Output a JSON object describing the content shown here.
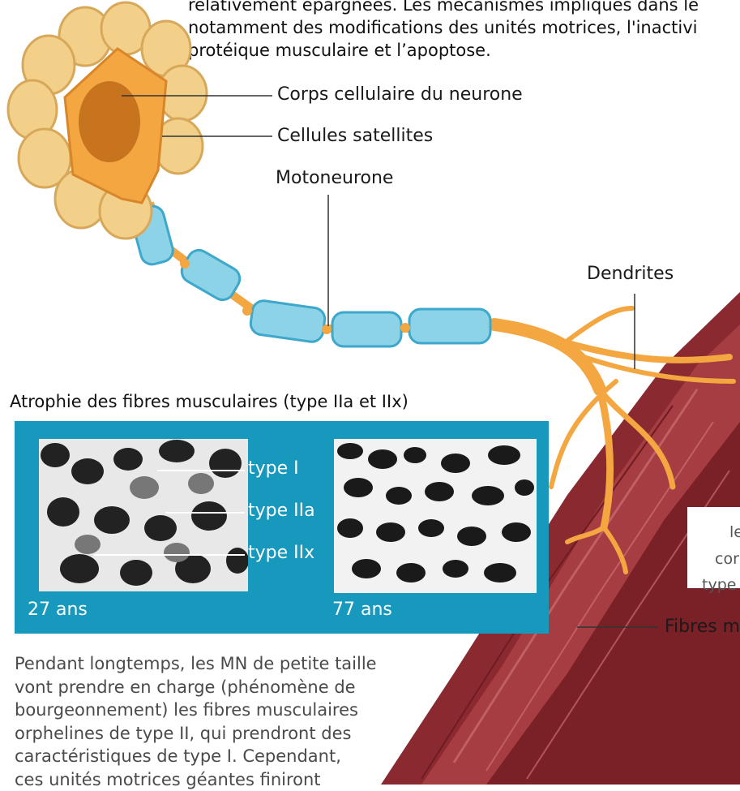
{
  "intro_lines": [
    "relativement épargnées. Les mécanismes impliqués dans le",
    "notamment des modifications des unités motrices, l'inactivi",
    "protéique musculaire et l’apoptose."
  ],
  "labels": {
    "cell_body": "Corps cellulaire du neurone",
    "satellite_cells": "Cellules satellites",
    "motoneuron": "Motoneurone",
    "dendrites": "Dendrites",
    "muscle_fibers": "Fibres m"
  },
  "atrophy": {
    "title": "Atrophie des fibres musculaires (type IIa et IIx)",
    "types": [
      "type I",
      "type IIa",
      "type IIx"
    ],
    "age_young": "27 ans",
    "age_old": "77 ans"
  },
  "partial_right_text": [
    "le",
    "cor",
    "type"
  ],
  "bottom_lines": [
    "Pendant longtemps, les MN de petite taille",
    "vont prendre en charge (phénomène de",
    "bourgeonnement) les fibres musculaires",
    "orphelines de type II, qui prendront des",
    "caractéristiques de type I. Cependant,",
    "ces unités motrices géantes finiront"
  ],
  "colors": {
    "panel": "#1798bd",
    "neuron_orange": "#f4a640",
    "satellite": "#f2d08a",
    "myelin": "#8cd3e8",
    "muscle": "#8a2a30"
  }
}
